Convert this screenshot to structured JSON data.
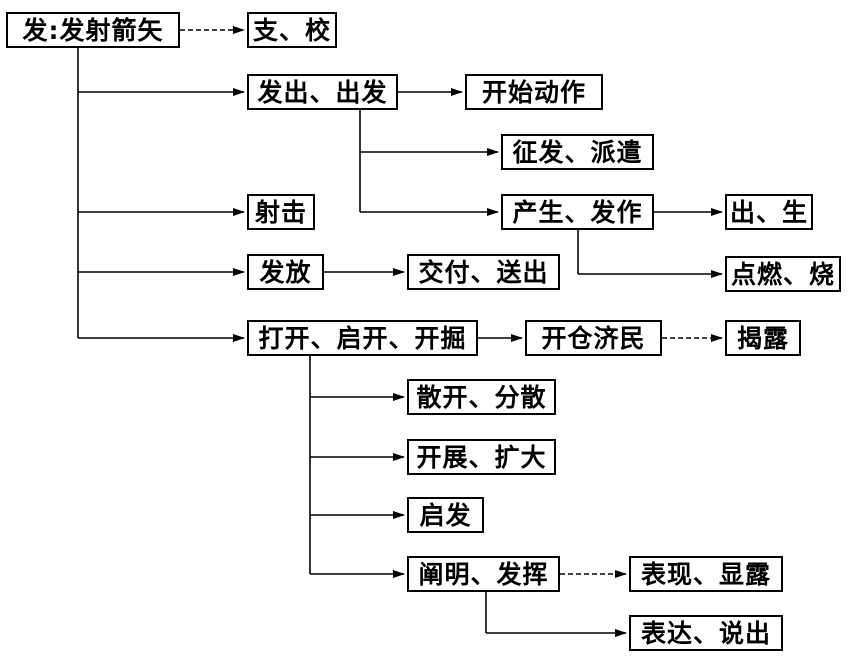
{
  "diagram": {
    "nodes": {
      "root": "发:发射箭矢",
      "branch_zhi_xiao": "支、校",
      "fachu_chufa": "发出、出发",
      "kaishi_dongzuo": "开始动作",
      "zhengfa_paiqian": "征发、派遣",
      "chansheng_fazuo": "产生、发作",
      "chu_sheng": "出、生",
      "dianran_shao": "点燃、烧",
      "sheji": "射击",
      "fafang": "发放",
      "jiaofu_songchu": "交付、送出",
      "dakai_qikai_kaijue": "打开、启开、开掘",
      "kaicang_jimin": "开仓济民",
      "jielu": "揭露",
      "sankai_fensan": "散开、分散",
      "kaizhan_kuoda": "开展、扩大",
      "qifa": "启发",
      "chanming_fahui": "阐明、发挥",
      "biaoxian_xianlu": "表现、显露",
      "biaoda_shuochu": "表达、说出"
    }
  }
}
